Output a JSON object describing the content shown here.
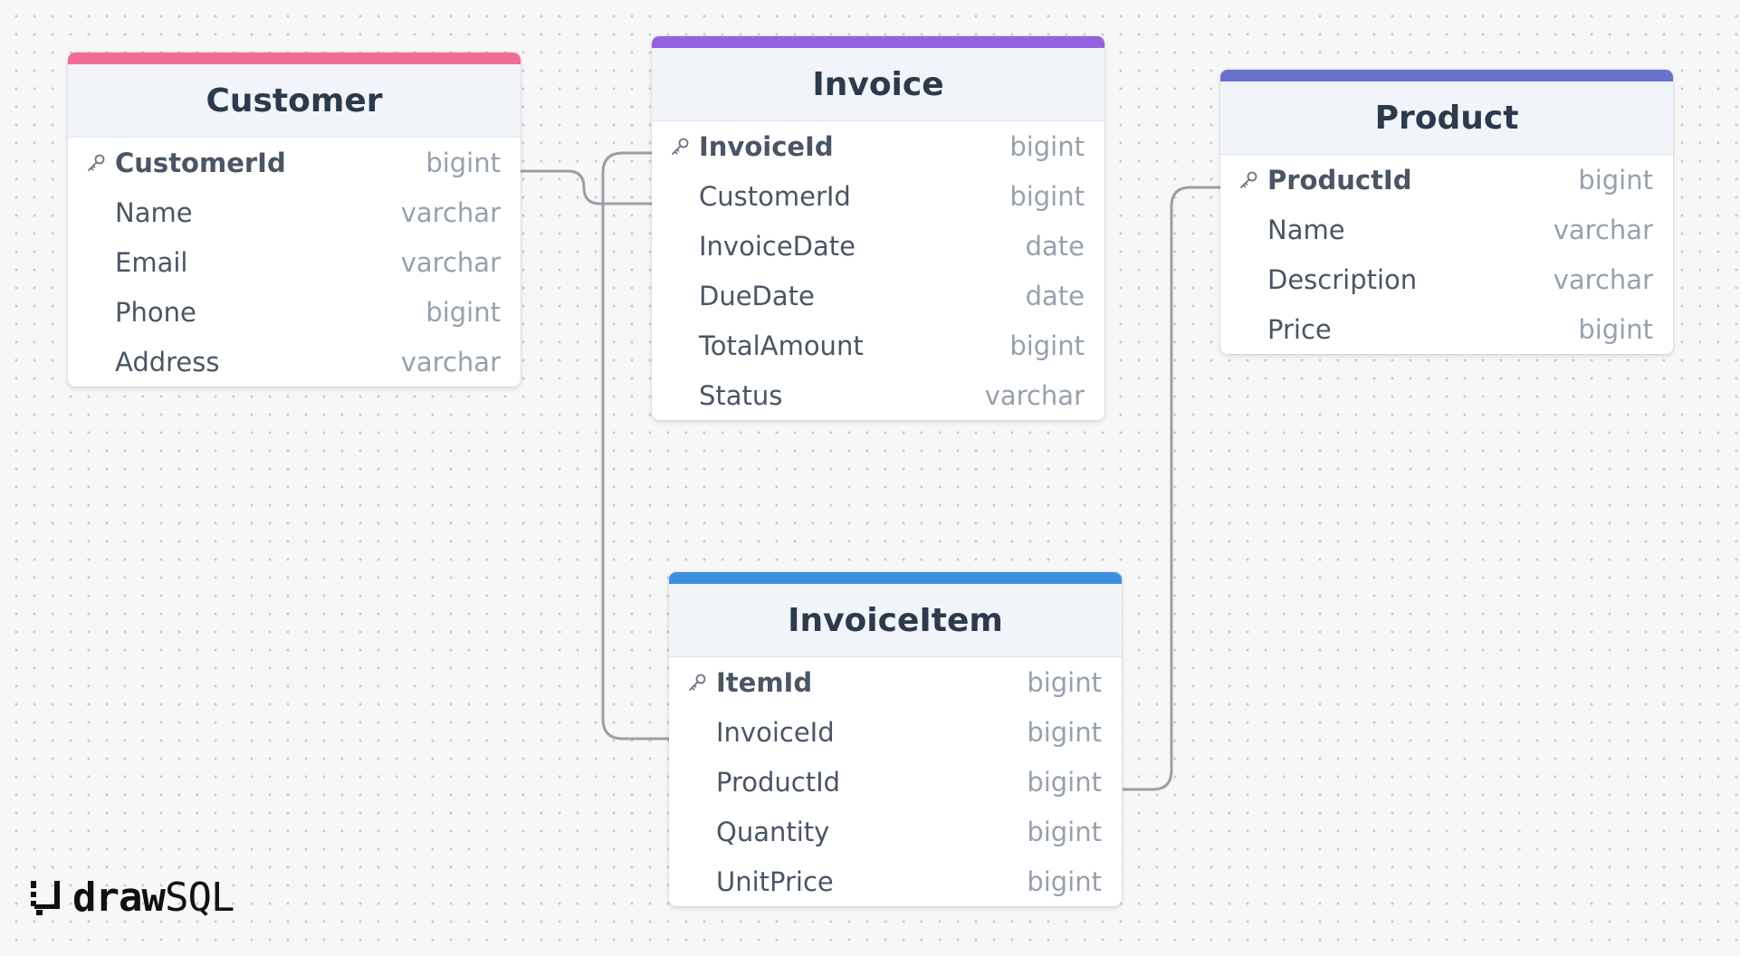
{
  "tables": [
    {
      "name": "Customer",
      "color": "#f26d96",
      "columns": [
        {
          "name": "CustomerId",
          "type": "bigint",
          "pk": true
        },
        {
          "name": "Name",
          "type": "varchar"
        },
        {
          "name": "Email",
          "type": "varchar"
        },
        {
          "name": "Phone",
          "type": "bigint"
        },
        {
          "name": "Address",
          "type": "varchar"
        }
      ]
    },
    {
      "name": "Invoice",
      "color": "#9462de",
      "columns": [
        {
          "name": "InvoiceId",
          "type": "bigint",
          "pk": true
        },
        {
          "name": "CustomerId",
          "type": "bigint"
        },
        {
          "name": "InvoiceDate",
          "type": "date"
        },
        {
          "name": "DueDate",
          "type": "date"
        },
        {
          "name": "TotalAmount",
          "type": "bigint"
        },
        {
          "name": "Status",
          "type": "varchar"
        }
      ]
    },
    {
      "name": "Product",
      "color": "#6772cf",
      "columns": [
        {
          "name": "ProductId",
          "type": "bigint",
          "pk": true
        },
        {
          "name": "Name",
          "type": "varchar"
        },
        {
          "name": "Description",
          "type": "varchar"
        },
        {
          "name": "Price",
          "type": "bigint"
        }
      ]
    },
    {
      "name": "InvoiceItem",
      "color": "#3d8fe0",
      "columns": [
        {
          "name": "ItemId",
          "type": "bigint",
          "pk": true
        },
        {
          "name": "InvoiceId",
          "type": "bigint"
        },
        {
          "name": "ProductId",
          "type": "bigint"
        },
        {
          "name": "Quantity",
          "type": "bigint"
        },
        {
          "name": "UnitPrice",
          "type": "bigint"
        }
      ]
    }
  ],
  "relations": [
    {
      "from": "Customer.CustomerId",
      "to": "Invoice.CustomerId"
    },
    {
      "from": "Invoice.InvoiceId",
      "to": "InvoiceItem.InvoiceId"
    },
    {
      "from": "Product.ProductId",
      "to": "InvoiceItem.ProductId"
    }
  ],
  "line_color": "#9aa0a6",
  "logo": {
    "bold": "draw",
    "light": "SQL"
  }
}
